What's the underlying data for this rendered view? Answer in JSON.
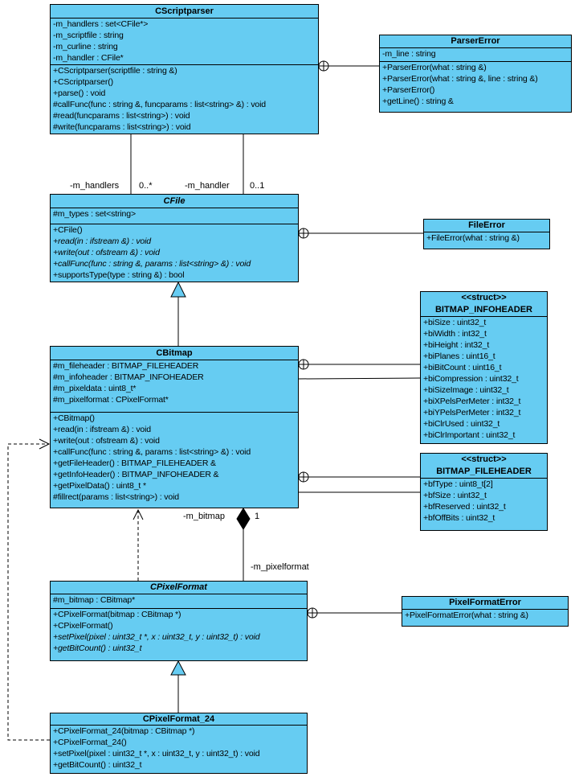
{
  "diagram": {
    "box_fill": "#66ccf2",
    "box_border": "#000000",
    "background": "#ffffff"
  },
  "classes": {
    "CScriptparser": {
      "name": "CScriptparser",
      "attributes": [
        "-m_handlers : set<CFile*>",
        "-m_scriptfile : string",
        "-m_curline : string",
        "-m_handler : CFile*"
      ],
      "methods": [
        "+CScriptparser(scriptfile : string &)",
        "+CScriptparser()",
        "+parse() : void",
        "#callFunc(func : string &, funcparams : list<string> &) : void",
        "#read(funcparams : list<string>) : void",
        "#write(funcparams : list<string>) : void"
      ]
    },
    "ParserError": {
      "name": "ParserError",
      "attributes": [
        "-m_line : string"
      ],
      "methods": [
        "+ParserError(what : string &)",
        "+ParserError(what : string &, line : string &)",
        "+ParserError()",
        "+getLine() : string &"
      ]
    },
    "CFile": {
      "name": "CFile",
      "abstract": true,
      "attributes": [
        "#m_types : set<string>"
      ],
      "methods": [
        {
          "text": "+CFile()"
        },
        {
          "text": "+read(in : ifstream &) : void",
          "italic": true
        },
        {
          "text": "+write(out : ofstream &) : void",
          "italic": true
        },
        {
          "text": "+callFunc(func : string &, params : list<string> &) : void",
          "italic": true
        },
        {
          "text": "+supportsType(type : string &) : bool"
        }
      ]
    },
    "FileError": {
      "name": "FileError",
      "methods": [
        "+FileError(what : string &)"
      ]
    },
    "CBitmap": {
      "name": "CBitmap",
      "attributes": [
        "#m_fileheader : BITMAP_FILEHEADER",
        "#m_infoheader : BITMAP_INFOHEADER",
        "#m_pixeldata : uint8_t*",
        "#m_pixelformat : CPixelFormat*"
      ],
      "methods": [
        "+CBitmap()",
        "+read(in : ifstream &) : void",
        "+write(out : ofstream &) : void",
        "+callFunc(func : string &, params : list<string> &) : void",
        "+getFileHeader() : BITMAP_FILEHEADER &",
        "+getInfoHeader() : BITMAP_INFOHEADER &",
        "+getPixelData() : uint8_t *",
        "#fillrect(params : list<string>) : void"
      ]
    },
    "BITMAP_INFOHEADER": {
      "stereotype": "<<struct>>",
      "name": "BITMAP_INFOHEADER",
      "attributes": [
        "+biSize : uint32_t",
        "+biWidth : int32_t",
        "+biHeight : int32_t",
        "+biPlanes : uint16_t",
        "+biBitCount : uint16_t",
        "+biCompression : uint32_t",
        "+biSizeImage : uint32_t",
        "+biXPelsPerMeter : int32_t",
        "+biYPelsPerMeter : int32_t",
        "+biClrUsed : uint32_t",
        "+biClrImportant : uint32_t"
      ]
    },
    "BITMAP_FILEHEADER": {
      "stereotype": "<<struct>>",
      "name": "BITMAP_FILEHEADER",
      "attributes": [
        "+bfType : uint8_t[2]",
        "+bfSize : uint32_t",
        "+bfReserved : uint32_t",
        "+bfOffBits : uint32_t"
      ]
    },
    "CPixelFormat": {
      "name": "CPixelFormat",
      "abstract": true,
      "attributes": [
        "#m_bitmap : CBitmap*"
      ],
      "methods": [
        {
          "text": "+CPixelFormat(bitmap : CBitmap *)"
        },
        {
          "text": "+CPixelFormat()"
        },
        {
          "text": "+setPixel(pixel : uint32_t *, x : uint32_t, y : uint32_t) : void",
          "italic": true
        },
        {
          "text": "+getBitCount() : uint32_t",
          "italic": true
        }
      ]
    },
    "PixelFormatError": {
      "name": "PixelFormatError",
      "methods": [
        "+PixelFormatError(what : string &)"
      ]
    },
    "CPixelFormat_24": {
      "name": "CPixelFormat_24",
      "methods": [
        "+CPixelFormat_24(bitmap : CBitmap *)",
        "+CPixelFormat_24()",
        "+setPixel(pixel : uint32_t *, x : uint32_t, y : uint32_t) : void",
        "+getBitCount() : uint32_t"
      ]
    }
  },
  "edge_labels": {
    "handlers_role": "-m_handlers",
    "handlers_mult": "0..*",
    "handler_role": "-m_handler",
    "handler_mult": "0..1",
    "bitmap_role": "-m_bitmap",
    "bitmap_mult": "1",
    "pixelformat_role": "-m_pixelformat"
  }
}
